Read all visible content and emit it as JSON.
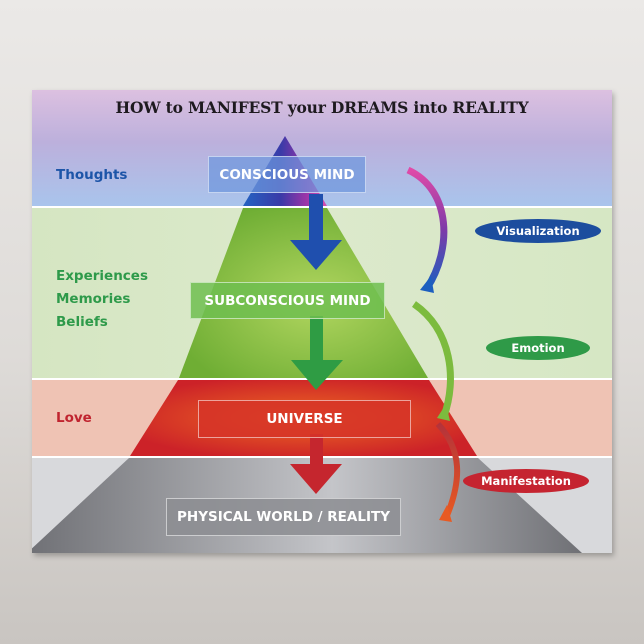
{
  "title": "HOW to MANIFEST your DREAMS into REALITY",
  "side_labels": {
    "thoughts": "Thoughts",
    "experiences": "Experiences",
    "memories": "Memories",
    "beliefs": "Beliefs",
    "love": "Love"
  },
  "pyramid_levels": [
    {
      "label": "CONSCIOUS MIND",
      "color": "#5b7fd0"
    },
    {
      "label": "SUBCONSCIOUS MIND",
      "color": "#6db543"
    },
    {
      "label": "UNIVERSE",
      "color": "#d63a2a"
    },
    {
      "label": "PHYSICAL WORLD / REALITY",
      "color": "#8c8d92"
    }
  ],
  "process_labels": [
    {
      "label": "Visualization",
      "color": "#1c4d9e"
    },
    {
      "label": "Emotion",
      "color": "#2f9a48"
    },
    {
      "label": "Manifestation",
      "color": "#c52430"
    }
  ],
  "colors": {
    "thoughts": "#1d55a8",
    "green_text": "#2e9a4a",
    "love": "#c0242f"
  }
}
